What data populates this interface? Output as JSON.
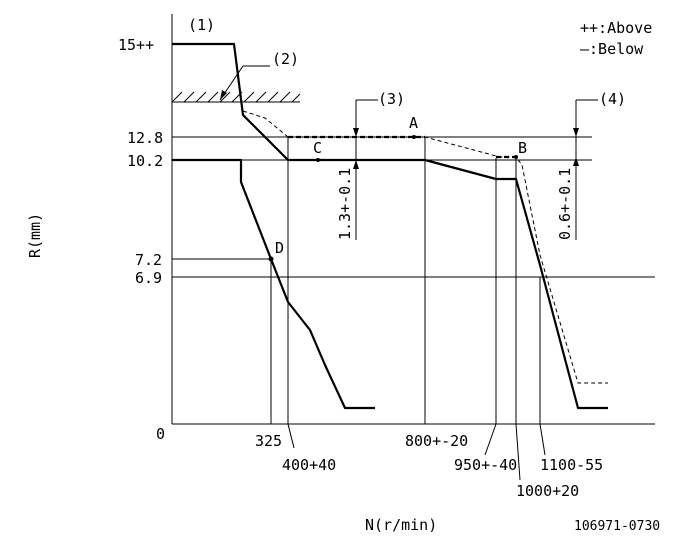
{
  "axes": {
    "y_label": "R(mm)",
    "x_label": "N(r/min)",
    "y_ticks": [
      "15++",
      "12.8",
      "10.2",
      "7.2",
      "6.9",
      "0"
    ],
    "x_ticks": [
      "325",
      "400+40",
      "800+-20",
      "950+-40",
      "1000+20",
      "1100-55"
    ]
  },
  "legend": {
    "above": "++:Above",
    "below": "—:Below"
  },
  "callouts": {
    "c1": "(1)",
    "c2": "(2)",
    "c3": "(3)",
    "c4": "(4)"
  },
  "points": {
    "a": "A",
    "b": "B",
    "c": "C",
    "d": "D"
  },
  "dimensions": {
    "d3": "1.3+-0.1",
    "d4": "0.6+-0.1"
  },
  "figure_id": "106971-0730"
}
